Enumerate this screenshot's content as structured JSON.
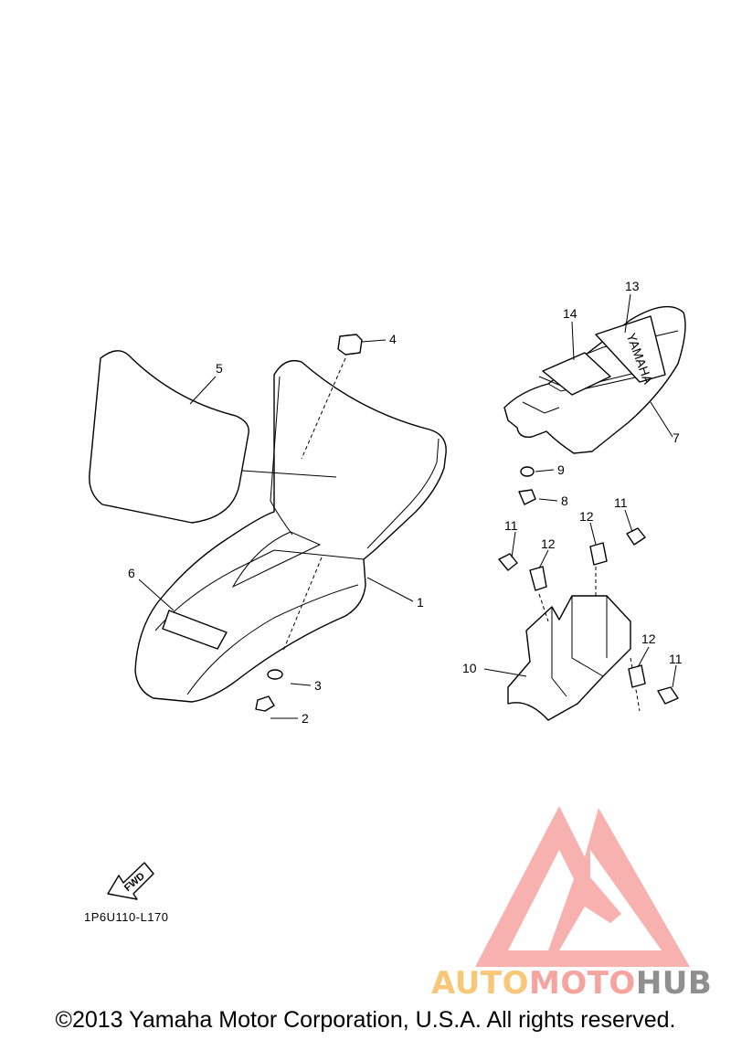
{
  "callouts": [
    {
      "id": "1",
      "label": "1"
    },
    {
      "id": "2",
      "label": "2"
    },
    {
      "id": "3",
      "label": "3"
    },
    {
      "id": "4",
      "label": "4"
    },
    {
      "id": "5",
      "label": "5"
    },
    {
      "id": "6",
      "label": "6"
    },
    {
      "id": "7",
      "label": "7"
    },
    {
      "id": "8",
      "label": "8"
    },
    {
      "id": "9",
      "label": "9"
    },
    {
      "id": "10",
      "label": "10"
    },
    {
      "id": "11a",
      "label": "11"
    },
    {
      "id": "11b",
      "label": "11"
    },
    {
      "id": "11c",
      "label": "11"
    },
    {
      "id": "12a",
      "label": "12"
    },
    {
      "id": "12b",
      "label": "12"
    },
    {
      "id": "12c",
      "label": "12"
    },
    {
      "id": "13",
      "label": "13"
    },
    {
      "id": "14",
      "label": "14"
    }
  ],
  "emblem_text": "YAMAHA",
  "fwd_label": "FWD",
  "diagram_code": "1P6U110-L170",
  "copyright": "©2013 Yamaha Motor Corporation, U.S.A. All rights reserved.",
  "watermark": {
    "part1": "AUTO",
    "part2": "MOTO",
    "part3": "HUB",
    "colors": [
      "#f7c77a",
      "#f6a4a0",
      "#8f8f8f"
    ]
  }
}
